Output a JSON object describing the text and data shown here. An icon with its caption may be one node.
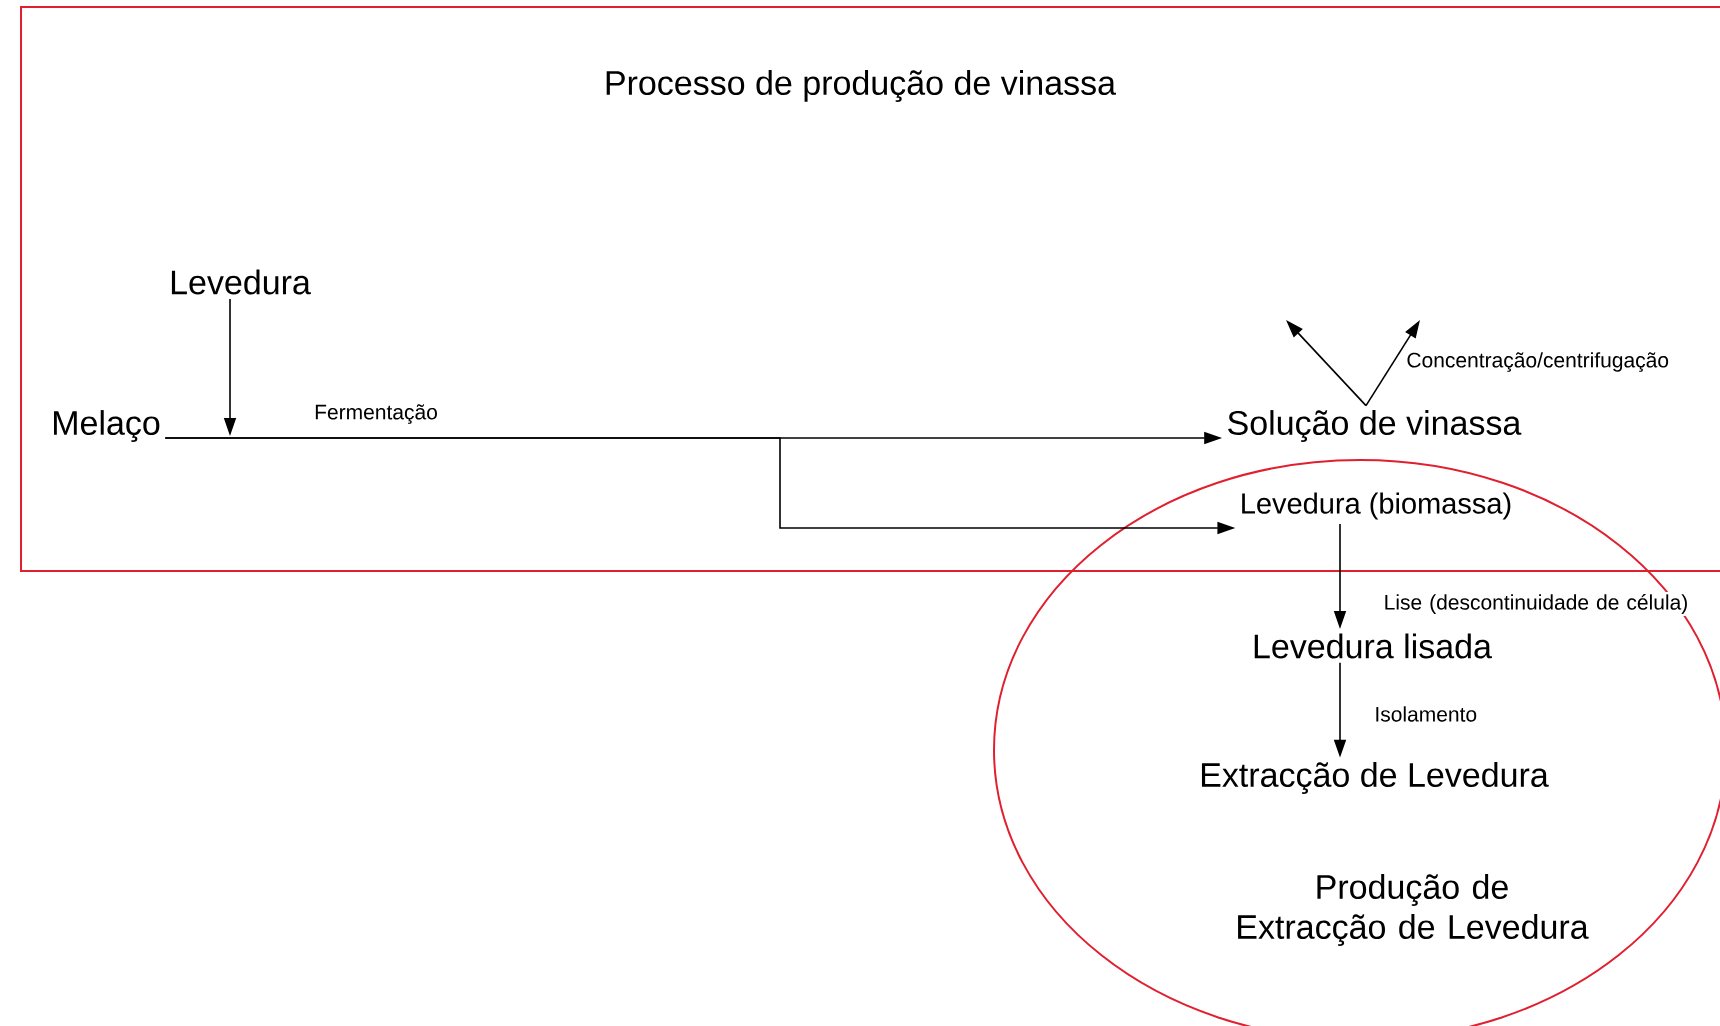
{
  "diagram": {
    "nodes": [
      {
        "text": [
          "Processo de produção de vinassa"
        ]
      },
      {
        "text": [
          "Produção de Extracção de Levedura"
        ]
      },
      {
        "text": [
          "Levedura"
        ],
        "in": 0
      },
      {
        "text": [
          "Melaço"
        ],
        "in": 0
      },
      {
        "text": [
          "Solução de vinassa"
        ],
        "in": 0
      },
      {
        "text": [
          "Levedura (biomassa)"
        ]
      },
      {
        "text": [
          "Levedura lisada"
        ],
        "in": 1
      },
      {
        "text": [
          "Extracção de Levedura"
        ],
        "in": 1
      }
    ],
    "edges": [
      {
        "from": 3,
        "to": 4,
        "arrow": "to",
        "label": "Fermentação"
      },
      {
        "from": 3,
        "to": 5,
        "arrow": "to"
      },
      {
        "from": 2,
        "to": null,
        "arrow": "to"
      },
      {
        "from": 4,
        "to": null,
        "arrow": "to"
      },
      {
        "from": 4,
        "to": null,
        "arrow": "to",
        "label": "Concentração/centrifugação"
      },
      {
        "from": 5,
        "to": 6,
        "arrow": "to",
        "label": "Lise (descontinuidade de célula)"
      },
      {
        "from": 6,
        "to": 7,
        "arrow": "to",
        "label": "Isolamento"
      }
    ]
  }
}
